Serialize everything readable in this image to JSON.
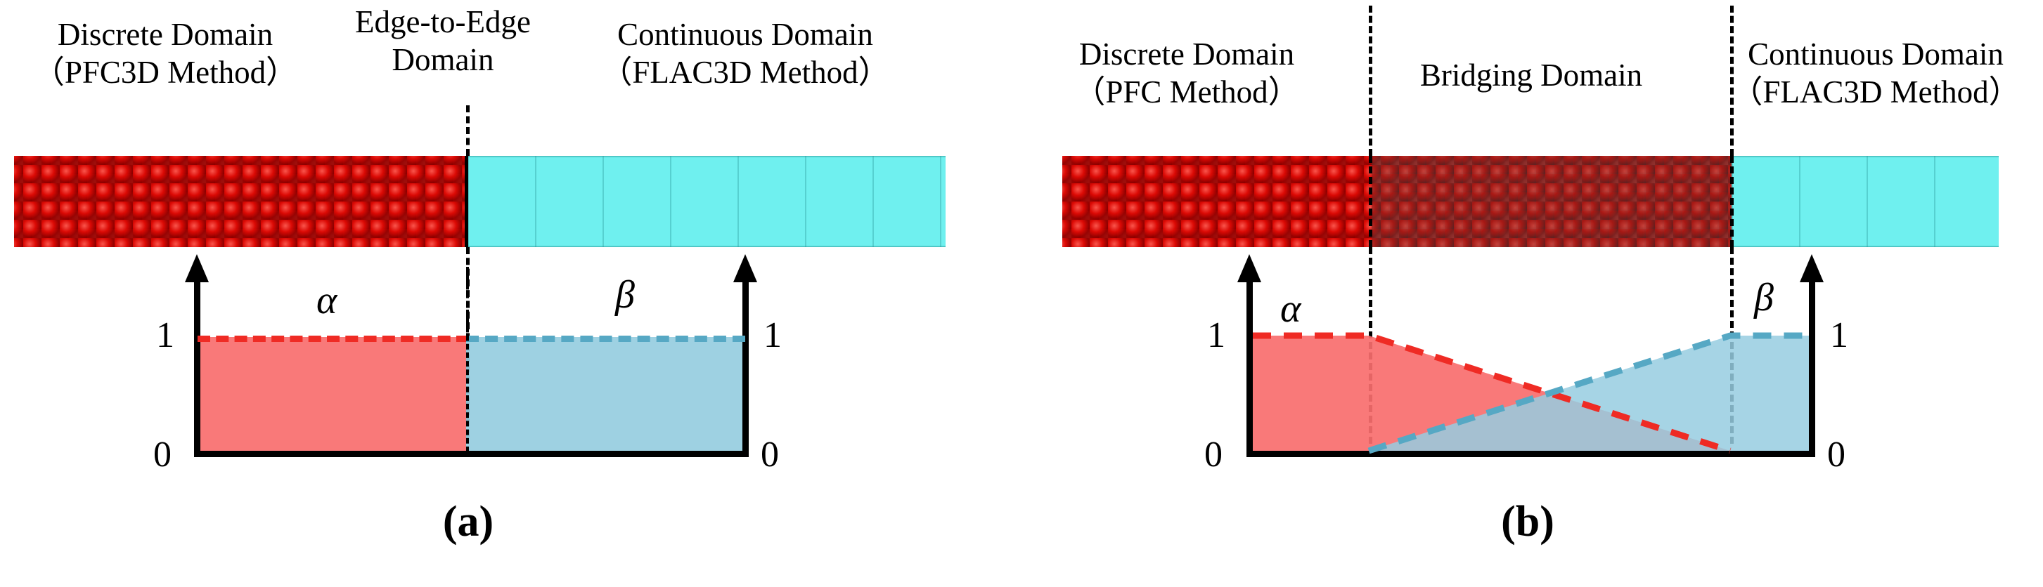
{
  "figure": {
    "panels": [
      {
        "id": "a",
        "caption": "(a)",
        "labels": {
          "discrete_line1": "Discrete Domain",
          "discrete_line2": "（PFC3D Method）",
          "middle_line1": "Edge-to-Edge",
          "middle_line2": "Domain",
          "continuous_line1": "Continuous Domain",
          "continuous_line2": "（FLAC3D Method）"
        },
        "chart": {
          "alpha_symbol": "α",
          "beta_symbol": "β",
          "left_top_tick": "1",
          "left_bottom_tick": "0",
          "right_top_tick": "1",
          "right_bottom_tick": "0"
        }
      },
      {
        "id": "b",
        "caption": "(b)",
        "labels": {
          "discrete_line1": "Discrete Domain",
          "discrete_line2": "（PFC Method）",
          "middle_line1": "Bridging Domain",
          "middle_line2": "",
          "continuous_line1": "Continuous Domain",
          "continuous_line2": "（FLAC3D Method）"
        },
        "chart": {
          "alpha_symbol": "α",
          "beta_symbol": "β",
          "left_top_tick": "1",
          "left_bottom_tick": "0",
          "right_top_tick": "1",
          "right_bottom_tick": "0"
        }
      }
    ],
    "colors": {
      "particle_red": "#cc0000",
      "mesh_cyan": "#6ff0ef",
      "alpha_fill": "#f86e6e",
      "beta_fill": "#96cde0",
      "alpha_dash": "#ef2b24",
      "beta_dash": "#56a8c4",
      "axis_black": "#000000"
    }
  },
  "chart_data": [
    {
      "type": "area",
      "title": "(a) Edge-to-Edge coupling weight functions",
      "xlabel": "",
      "ylabel": "",
      "ylim": [
        0,
        1
      ],
      "xlim": [
        0,
        1
      ],
      "grid": false,
      "legend": "inline-symbols",
      "annotations": [
        "α",
        "β"
      ],
      "interface_x": [
        0.5
      ],
      "series": [
        {
          "name": "α",
          "x": [
            0.0,
            0.5
          ],
          "values": [
            1,
            1
          ],
          "color": "#f86e6e",
          "line_style": "dashed",
          "line_color": "#ef2b24"
        },
        {
          "name": "β",
          "x": [
            0.5,
            1.0
          ],
          "values": [
            1,
            1
          ],
          "color": "#96cde0",
          "line_style": "dashed",
          "line_color": "#56a8c4"
        }
      ],
      "ytick_labels": [
        "0",
        "1"
      ],
      "ytick_values": [
        0,
        1
      ]
    },
    {
      "type": "area",
      "title": "(b) Bridging domain coupling weight functions",
      "xlabel": "",
      "ylabel": "",
      "ylim": [
        0,
        1
      ],
      "xlim": [
        0,
        1
      ],
      "grid": false,
      "legend": "inline-symbols",
      "annotations": [
        "α",
        "β"
      ],
      "bridge_start_x": 0.175,
      "bridge_end_x": 0.79,
      "series": [
        {
          "name": "α",
          "x": [
            0.0,
            0.175,
            0.79,
            1.0
          ],
          "values": [
            1,
            1,
            0,
            0
          ],
          "color": "#f86e6e",
          "line_style": "dashed",
          "line_color": "#ef2b24"
        },
        {
          "name": "β",
          "x": [
            0.0,
            0.175,
            0.79,
            1.0
          ],
          "values": [
            0,
            0,
            1,
            1
          ],
          "color": "#96cde0",
          "line_style": "dashed",
          "line_color": "#56a8c4"
        }
      ],
      "ytick_labels": [
        "0",
        "1"
      ],
      "ytick_values": [
        0,
        1
      ]
    }
  ]
}
